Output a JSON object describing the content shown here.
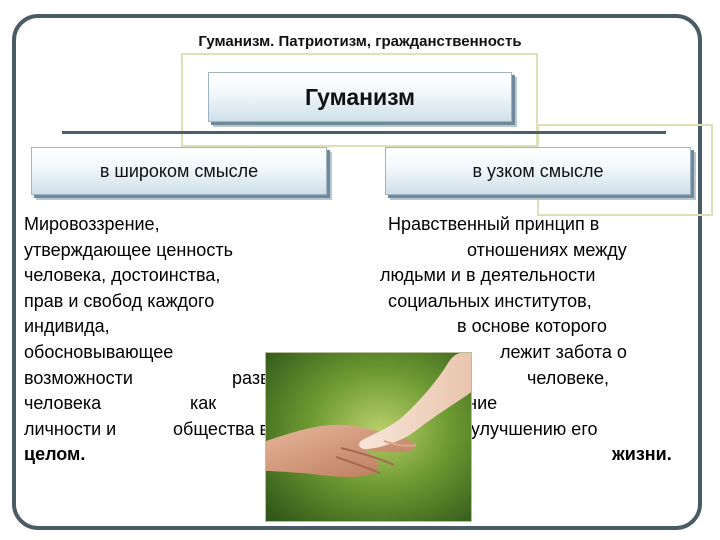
{
  "slide_title": "Гуманизм. Патриотизм, гражданственность",
  "main_box": "Гуманизм",
  "left_box": "в широком смысле",
  "right_box": "в узком смысле",
  "left_text": [
    "Мировоззрение,",
    "утверждающее ценность",
    "человека, достоинства,",
    "прав и свобод каждого",
    "индивида,",
    "обосновывающее",
    "возможности",
    "развития",
    "человека",
    "как",
    "личности и",
    "общества в",
    "целом."
  ],
  "right_text": [
    "Нравственный принцип в",
    "отношениях между",
    "людьми и в деятельности",
    "социальных институтов,",
    "в основе которого",
    "лежит забота о",
    "человеке,",
    "стремление",
    "к улучшению его",
    "жизни."
  ],
  "image": {
    "icon": "hands-photo",
    "description_colors": [
      "#5d8a2a",
      "#c48a6a",
      "#f1d8c8"
    ]
  }
}
